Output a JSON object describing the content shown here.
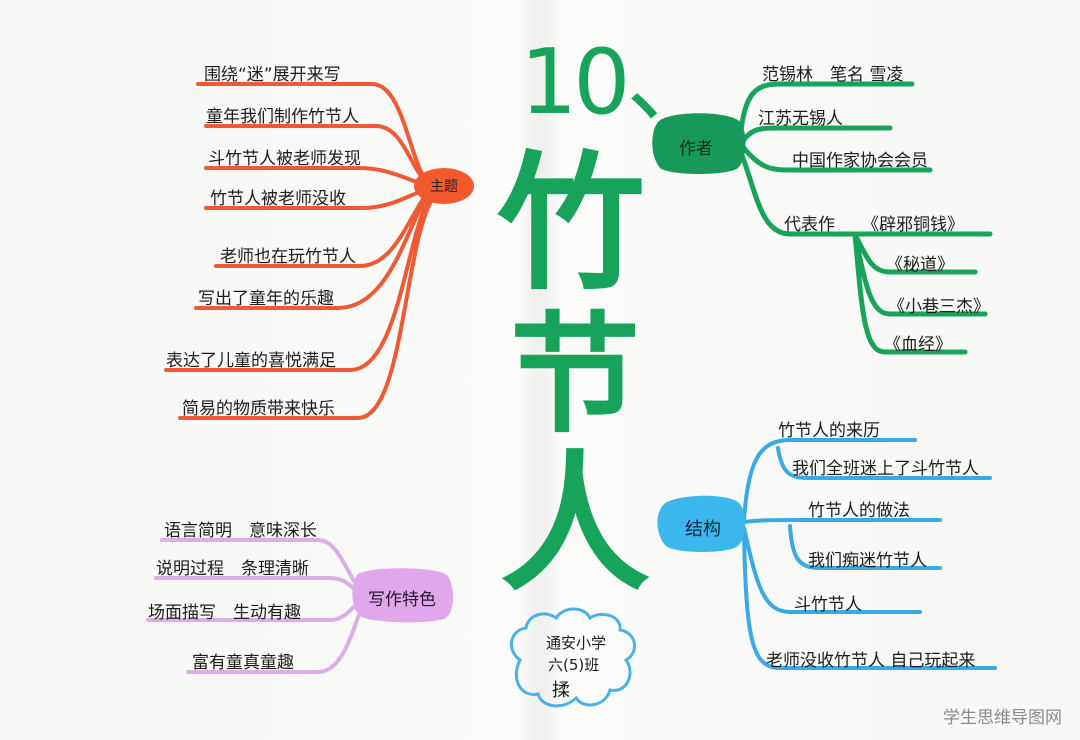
{
  "title": {
    "number": "10、",
    "chars": [
      "竹",
      "节",
      "人"
    ]
  },
  "topic": {
    "label": "主题",
    "items": [
      "围绕“迷”展开来写",
      "童年我们制作竹节人",
      "斗竹节人被老师发现",
      "竹节人被老师没收",
      "老师也在玩竹节人",
      "写出了童年的乐趣",
      "表达了儿童的喜悦满足",
      "简易的物质带来快乐"
    ]
  },
  "author": {
    "label": "作者",
    "items": [
      "范锡林　笔名 雪凌",
      "江苏无锡人",
      "中国作家协会会员"
    ],
    "works_label": "代表作",
    "works": [
      "《辟邪铜钱》",
      "《秘道》",
      "《小巷三杰》",
      "《血经》"
    ]
  },
  "structure": {
    "label": "结构",
    "items": [
      "竹节人的来历",
      "我们全班迷上了斗竹节人",
      "竹节人的做法",
      "我们痴迷竹节人",
      "斗竹节人",
      "老师没收竹节人 自己玩起来"
    ]
  },
  "features": {
    "label": "写作特色",
    "items": [
      "语言简明　意味深长",
      "说明过程　条理清晰",
      "场面描写　生动有趣",
      "富有童真童趣"
    ]
  },
  "signature": {
    "line1": "通安小学",
    "line2": "六(5)班",
    "line3": "揉"
  },
  "watermark": "学生思维导图网",
  "colors": {
    "title": "#17a35a",
    "topic": "#f04e2c",
    "author": "#17a35a",
    "structure": "#38a9e4",
    "features": "#dba8e8"
  }
}
